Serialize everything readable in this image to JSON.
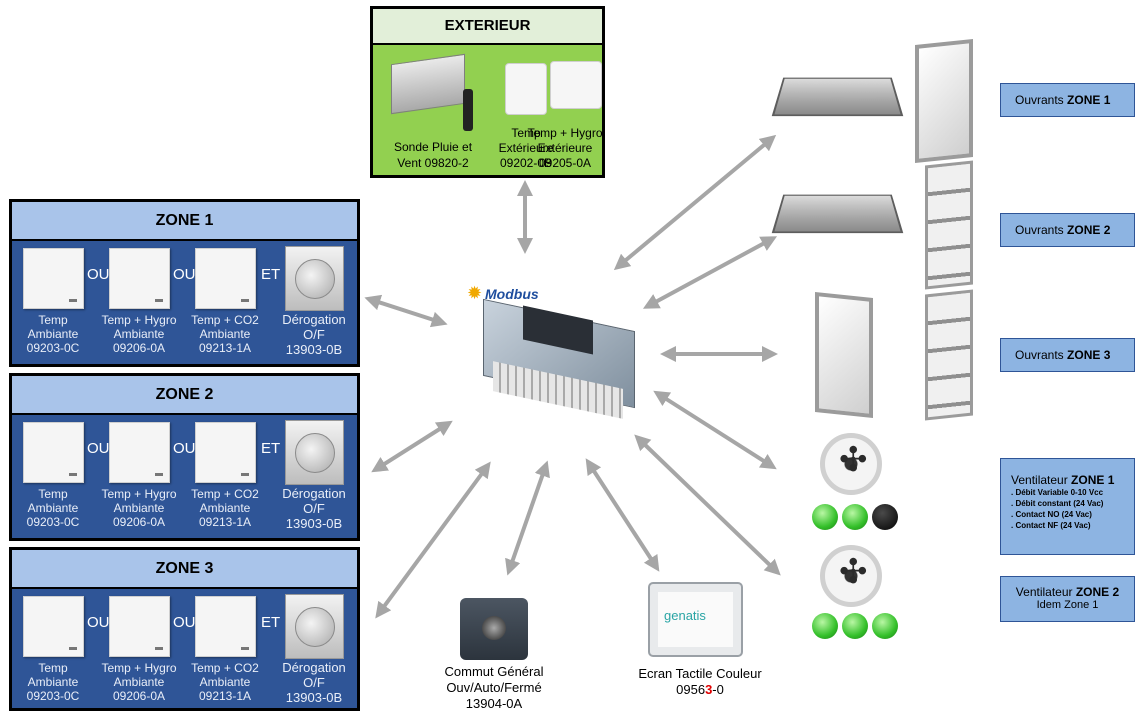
{
  "exterieur": {
    "title": "EXTERIEUR",
    "sensors": [
      {
        "name": "Sonde Pluie et Vent 09820-2"
      },
      {
        "line1": "Temp",
        "line2": "Extérieure",
        "line3": "09202-0B"
      },
      {
        "line1": "Temp + Hygro",
        "line2": "Extérieure",
        "line3": "09205-0A"
      }
    ]
  },
  "zones": [
    {
      "title": "ZONE 1"
    },
    {
      "title": "ZONE 2"
    },
    {
      "title": "ZONE 3"
    }
  ],
  "zone_sensors": {
    "s1": {
      "line1": "Temp",
      "line2": "Ambiante",
      "line3": "09203-0C"
    },
    "s2": {
      "line1": "Temp + Hygro",
      "line2": "Ambiante",
      "line3": "09206-0A"
    },
    "s3": {
      "line1": "Temp + CO2",
      "line2": "Ambiante",
      "line3": "09213-1A"
    },
    "s4": {
      "line1": "Dérogation",
      "line2": "O/F",
      "line3": "13903-0B"
    },
    "conj_ou": "OU",
    "conj_et": "ET"
  },
  "controller": {
    "brand": "Modbus"
  },
  "right": {
    "ouvrants1": {
      "prefix": "Ouvrants ",
      "zone": "ZONE 1"
    },
    "ouvrants2": {
      "prefix": "Ouvrants ",
      "zone": "ZONE 2"
    },
    "ouvrants3": {
      "prefix": "Ouvrants ",
      "zone": "ZONE 3"
    },
    "vent1": {
      "prefix": "Ventilateur ",
      "zone": "ZONE 1",
      "details": [
        ". Débit Variable 0-10 Vcc",
        ". Débit constant (24 Vac)",
        ". Contact NO (24 Vac)",
        ". Contact NF (24 Vac)"
      ]
    },
    "vent2": {
      "prefix": "Ventilateur ",
      "zone": "ZONE 2",
      "sub": "Idem Zone 1"
    }
  },
  "bottom": {
    "commut": {
      "line1": "Commut Général",
      "line2": "Ouv/Auto/Fermé",
      "line3": "13904-0A"
    },
    "ecran": {
      "line1": "Ecran Tactile Couleur",
      "code_a": "0956",
      "code_b": "3",
      "code_c": "-0",
      "screen_brand": "genatis"
    }
  },
  "colors": {
    "zone_bg": "#2f5597",
    "zone_title": "#a9c4ea",
    "ext_bg": "#92d050",
    "right_label": "#8db4e2",
    "arrow": "#a6a6a6",
    "led_on": "#34c02a"
  }
}
